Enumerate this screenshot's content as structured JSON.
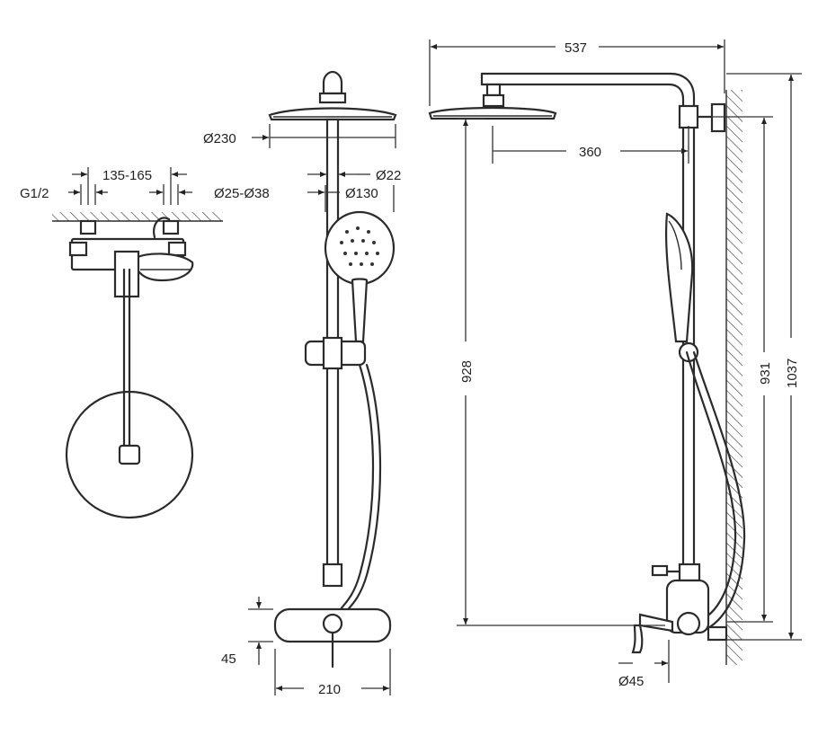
{
  "labels": {
    "g12": "G1/2",
    "spacing": "135-165",
    "pipe_dia": "Ø25-Ø38",
    "head_dia": "Ø230",
    "bar_dia": "Ø22",
    "hand_dia": "Ø130",
    "mixer_height": "45",
    "mixer_width": "210",
    "arm_length": "537",
    "arm_offset": "360",
    "height_928": "928",
    "height_931": "931",
    "height_1037": "1037",
    "outlet_dia": "Ø45"
  }
}
